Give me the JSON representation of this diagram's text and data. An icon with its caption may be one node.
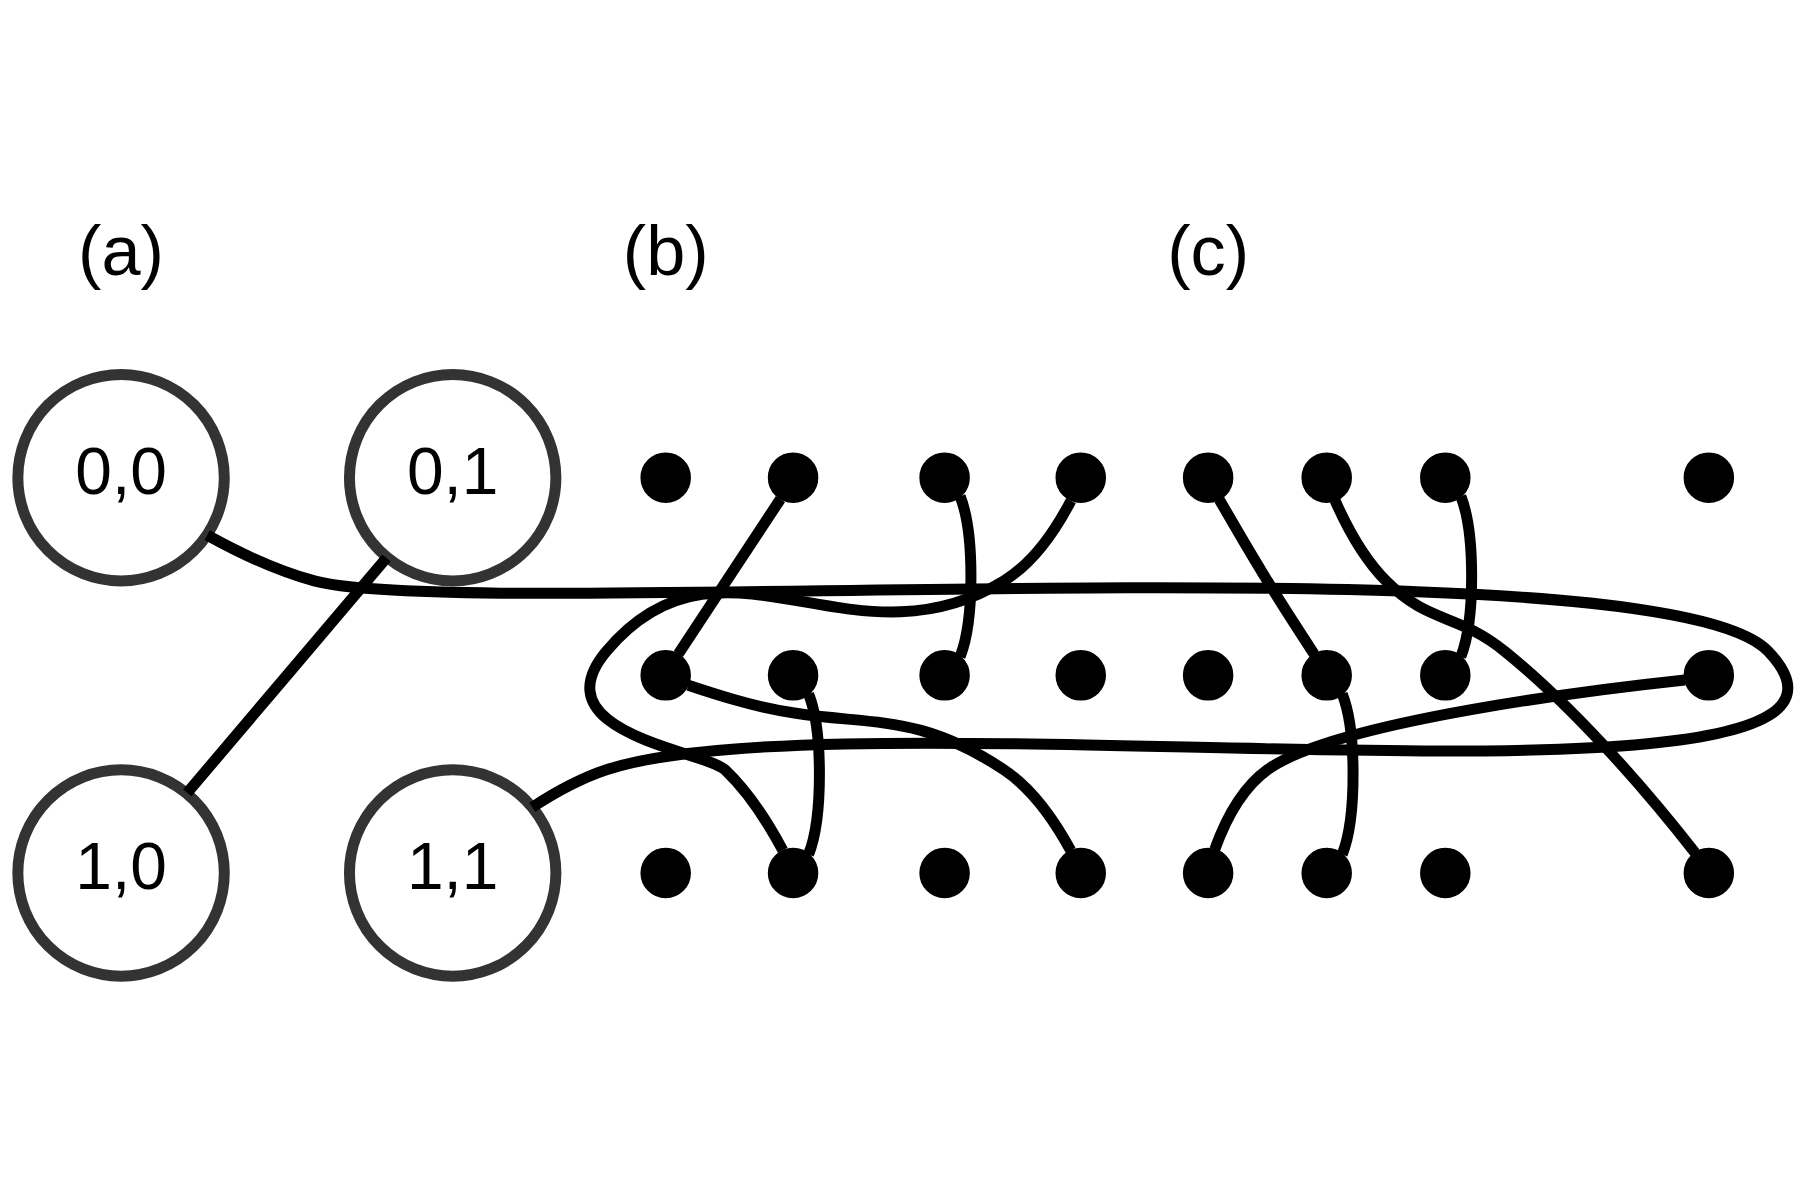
{
  "diagram": {
    "nodes": [
      {
        "text": [
          "0,0"
        ]
      },
      {
        "text": [
          "0,1"
        ]
      },
      {
        "text": [
          "1,0"
        ]
      },
      {
        "text": [
          "1,1"
        ]
      },
      {
        "text": [],
        "shape": "circle"
      },
      {
        "text": [],
        "shape": "circle"
      },
      {
        "text": [],
        "shape": "circle"
      },
      {
        "text": [],
        "shape": "circle"
      },
      {
        "text": [],
        "shape": "circle"
      },
      {
        "text": [],
        "shape": "circle"
      },
      {
        "text": [],
        "shape": "circle"
      },
      {
        "text": [],
        "shape": "circle"
      },
      {
        "text": [],
        "shape": "circle"
      },
      {
        "text": [],
        "shape": "circle"
      },
      {
        "text": [],
        "shape": "circle"
      },
      {
        "text": [],
        "shape": "circle"
      },
      {
        "text": [],
        "shape": "circle"
      },
      {
        "text": [],
        "shape": "circle"
      },
      {
        "text": [],
        "shape": "circle"
      },
      {
        "text": [],
        "shape": "circle"
      },
      {
        "text": [],
        "shape": "circle"
      },
      {
        "text": [],
        "shape": "circle"
      },
      {
        "text": [],
        "shape": "circle"
      },
      {
        "text": [],
        "shape": "circle"
      },
      {
        "text": [],
        "shape": "circle"
      },
      {
        "text": [],
        "shape": "circle"
      },
      {
        "text": [],
        "shape": "circle"
      },
      {
        "text": [],
        "shape": "circle"
      }
    ],
    "edges": [
      {
        "from": 0,
        "to": 3,
        "arrow": "none"
      },
      {
        "from": 1,
        "to": 2,
        "arrow": "none"
      },
      {
        "from": 5,
        "to": 8,
        "arrow": "none"
      },
      {
        "from": 6,
        "to": 10,
        "arrow": "none"
      },
      {
        "from": 7,
        "to": 13,
        "arrow": "none"
      },
      {
        "from": 8,
        "to": 15,
        "arrow": "none"
      },
      {
        "from": 9,
        "to": 13,
        "arrow": "none"
      },
      {
        "from": 16,
        "to": 21,
        "arrow": "none"
      },
      {
        "from": 17,
        "to": 27,
        "arrow": "none"
      },
      {
        "from": 18,
        "to": 22,
        "arrow": "none"
      },
      {
        "from": 21,
        "to": 25,
        "arrow": "none"
      },
      {
        "from": 24,
        "to": 23,
        "arrow": "none"
      }
    ],
    "labels": [
      "(a)",
      "(b)",
      "(c)"
    ]
  }
}
